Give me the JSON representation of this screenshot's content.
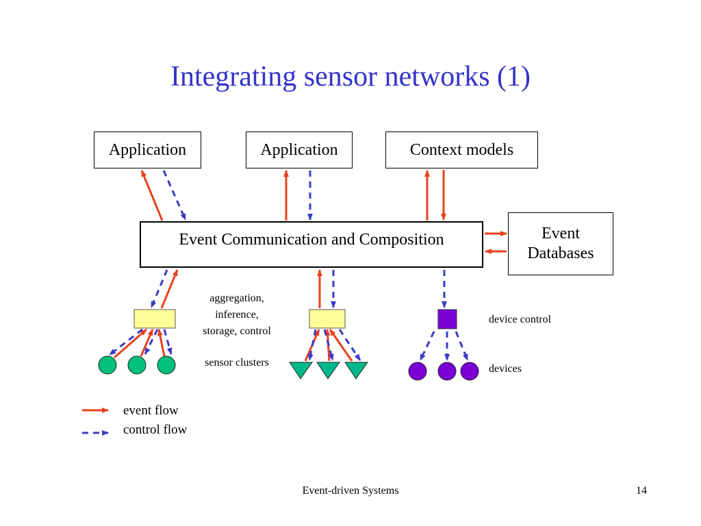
{
  "slide": {
    "title": "Integrating sensor networks (1)",
    "footer_center": "Event-driven Systems",
    "page_number": "14"
  },
  "nodes": {
    "app1": "Application",
    "app2": "Application",
    "context": "Context models",
    "ecc": "Event Communication and Composition",
    "event_db": "Event Databases"
  },
  "labels": {
    "aggregation": [
      "aggregation,",
      "inference,",
      "storage, control"
    ],
    "sensor_clusters": "sensor clusters",
    "device_control": "device control",
    "devices": "devices"
  },
  "legend": {
    "event_flow": "event flow",
    "control_flow": "control flow"
  },
  "colors": {
    "title": "#3333cc",
    "event_flow": "#e8401c",
    "control_flow": "#3a3ac8",
    "aggregator_fill": "#ffff99",
    "sensor_circle": "#00c07a",
    "sensor_triangle": "#00b88a",
    "device_fill": "#7a00d6"
  }
}
